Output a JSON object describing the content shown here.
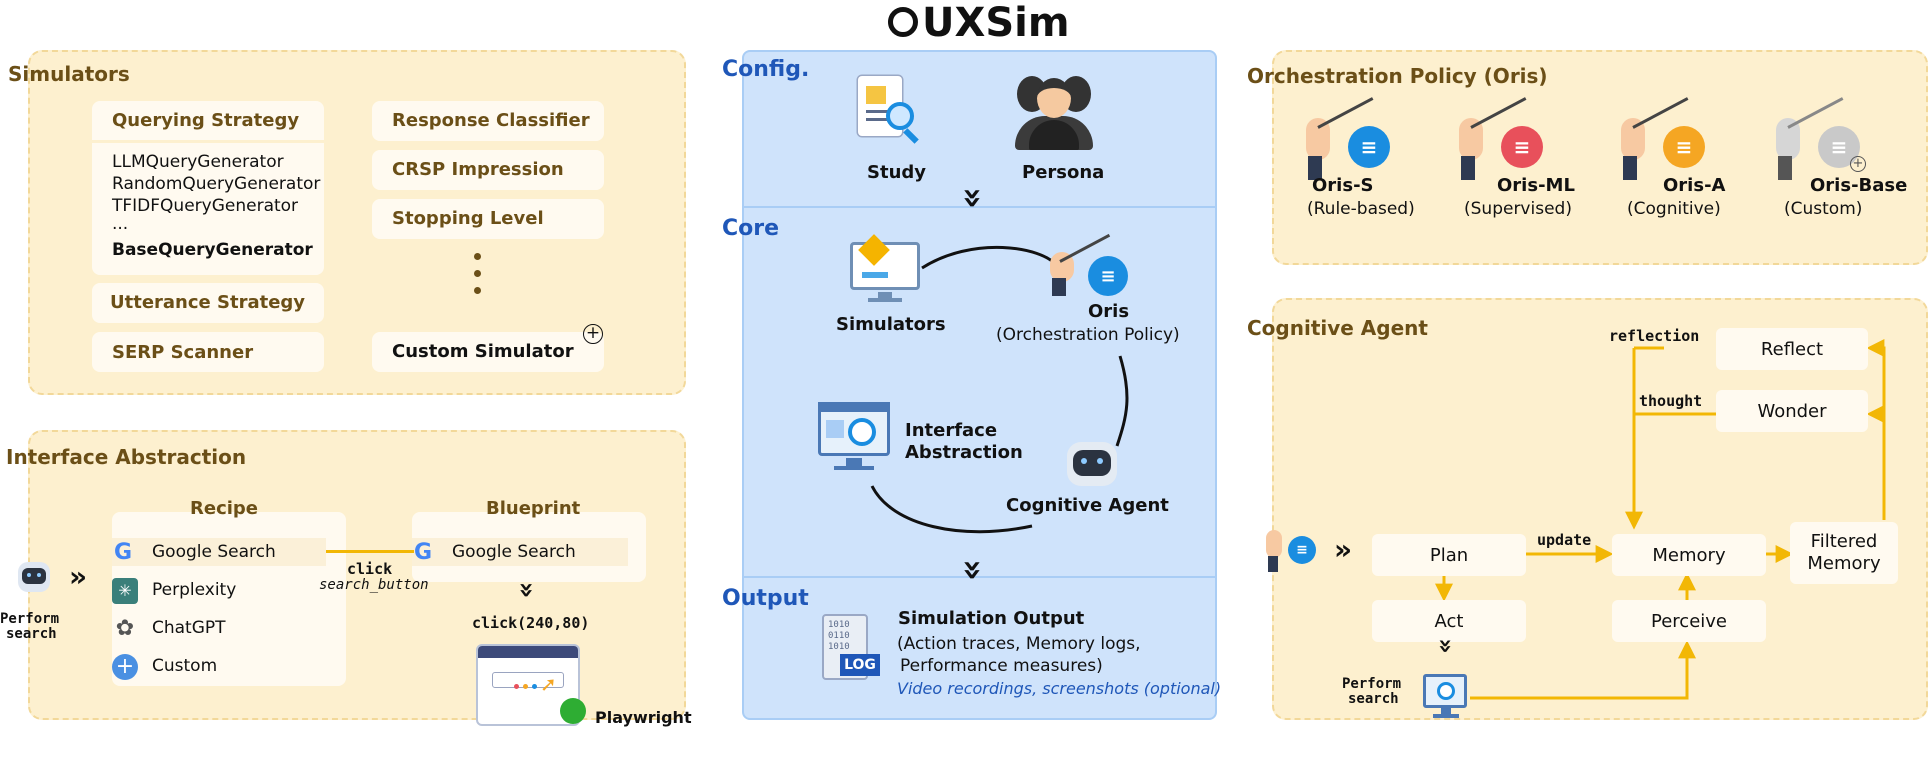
{
  "title": "UXSim",
  "simulators": {
    "title": "Simulators",
    "querying_strategy": "Querying Strategy",
    "generators": [
      "LLMQueryGenerator",
      "RandomQueryGenerator",
      "TFIDFQueryGenerator",
      "..."
    ],
    "base_generator": "BaseQueryGenerator",
    "utterance_strategy": "Utterance Strategy",
    "serp_scanner": "SERP Scanner",
    "response_classifier": "Response Classifier",
    "crsp_impression": "CRSP Impression",
    "stopping_level": "Stopping Level",
    "custom_simulator": "Custom Simulator"
  },
  "interface": {
    "title": "Interface Abstraction",
    "recipe": "Recipe",
    "blueprint": "Blueprint",
    "items": [
      "Google Search",
      "Perplexity",
      "ChatGPT",
      "Custom"
    ],
    "blueprint_item": "Google Search",
    "click_label": "click",
    "click_target": "search_button",
    "click_coords": "click(240,80)",
    "agent_label_1": "Perform",
    "agent_label_2": "search",
    "playwright": "Playwright"
  },
  "core_panel": {
    "config": "Config.",
    "core": "Core",
    "output": "Output",
    "study": "Study",
    "persona": "Persona",
    "simulators": "Simulators",
    "oris": "Oris",
    "oris_sub": "(Orchestration Policy)",
    "interface_1": "Interface",
    "interface_2": "Abstraction",
    "cognitive_agent": "Cognitive Agent",
    "output_title": "Simulation Output",
    "output_line1": "(Action traces, Memory logs,",
    "output_line2": "Performance measures)",
    "output_line3": "Video recordings, screenshots (optional)",
    "log": "LOG"
  },
  "orchestration": {
    "title": "Orchestration Policy (Oris)",
    "policies": [
      {
        "name": "Oris-S",
        "sub": "(Rule-based)",
        "color": "#1a8de0"
      },
      {
        "name": "Oris-ML",
        "sub": "(Supervised)",
        "color": "#e8505b"
      },
      {
        "name": "Oris-A",
        "sub": "(Cognitive)",
        "color": "#f5a623"
      },
      {
        "name": "Oris-Base",
        "sub": "(Custom)",
        "color": "#c9c9c9"
      }
    ]
  },
  "cognitive": {
    "title": "Cognitive Agent",
    "reflect": "Reflect",
    "wonder": "Wonder",
    "plan": "Plan",
    "act": "Act",
    "memory": "Memory",
    "filtered_1": "Filtered",
    "filtered_2": "Memory",
    "perceive": "Perceive",
    "reflection": "reflection",
    "thought": "thought",
    "update": "update",
    "perform_1": "Perform",
    "perform_2": "search"
  },
  "colors": {
    "accent": "#f2b705",
    "panel": "#fdf0cf",
    "blue_panel": "#cfe3fb",
    "title_brown": "#6b4f17",
    "section_blue": "#1f57b8"
  }
}
